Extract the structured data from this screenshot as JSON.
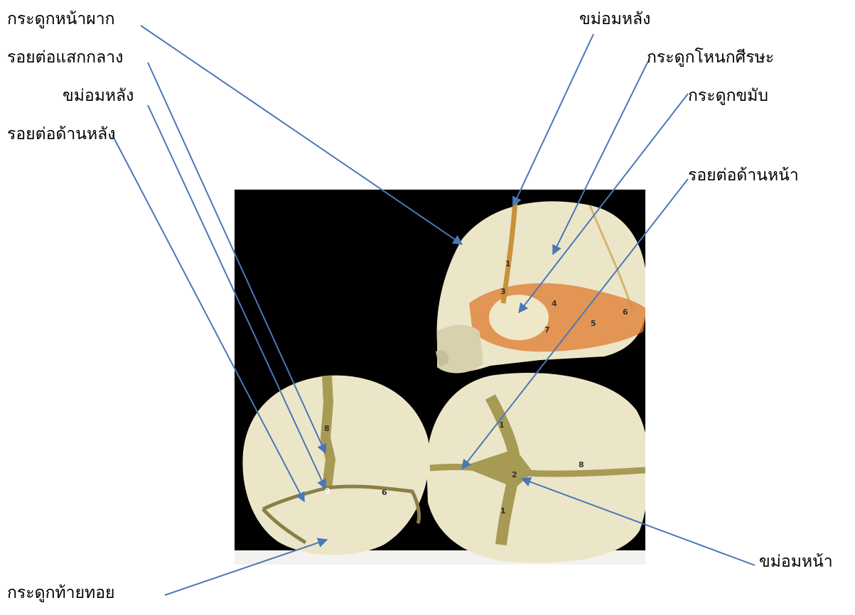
{
  "colors": {
    "arrow": "#4a77b8",
    "photo_bg": "#000000",
    "bone": "#ece6c8",
    "suture": "#a69a55",
    "orange": "#e07a30"
  },
  "labels": {
    "frontal_bone": "กระดูกหน้าผาก",
    "sagittal_suture": "รอยต่อแสกกลาง",
    "posterior_fontanelle_left": "ขม่อมหลัง",
    "lambdoid_suture": "รอยต่อด้านหลัง",
    "posterior_fontanelle_right": "ขม่อมหลัง",
    "parietal_bone": "กระดูกโหนกศีรษะ",
    "temporal_bone": "กระดูกขมับ",
    "coronal_suture": "รอยต่อด้านหน้า",
    "anterior_fontanelle": "ขม่อมหน้า",
    "occipital_bone": "กระดูกท้ายทอย"
  },
  "photo_numbers": {
    "lateral": [
      "1",
      "3",
      "4",
      "5",
      "6",
      "7"
    ],
    "posterior": [
      "8",
      "9",
      "6"
    ],
    "superior": [
      "1",
      "2",
      "8",
      "1"
    ]
  }
}
